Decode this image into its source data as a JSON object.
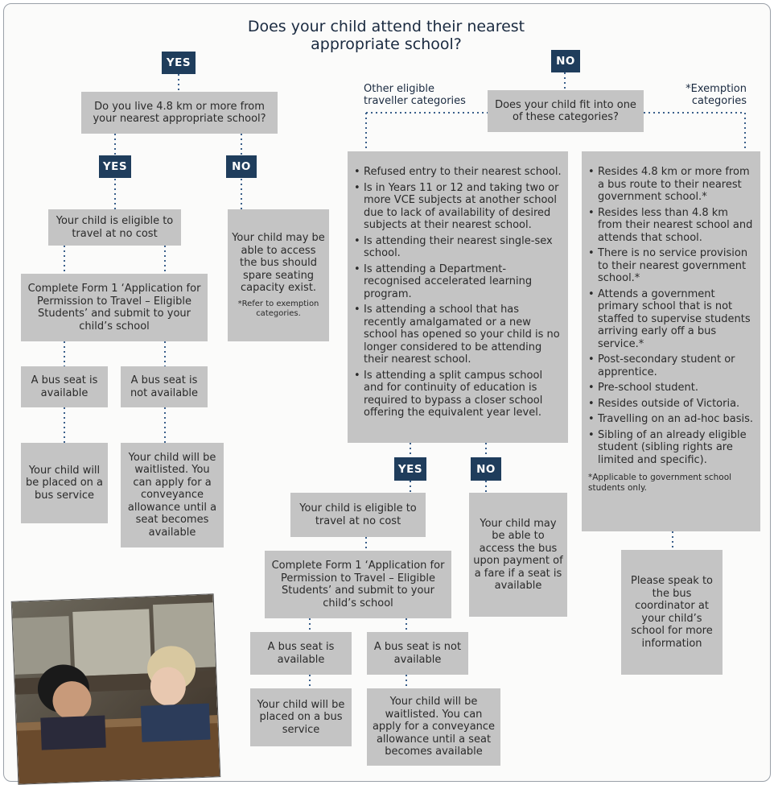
{
  "title": "Does your child attend their nearest appropriate school?",
  "colors": {
    "tag": "#1f3d5c",
    "box": "#c4c4c4",
    "wire": "#3a5f8a"
  },
  "yes_branch": {
    "tag": "YES",
    "question": "Do you live 4.8 km or more from your nearest appropriate school?",
    "yes_tag": "YES",
    "no_tag": "NO",
    "eligible": "Your child is eligible to travel at no cost",
    "complete_form": "Complete Form 1 ‘Application for Permission to Travel – Eligible Students’ and submit to your child’s school",
    "seat_available": "A bus seat is available",
    "seat_not_available": "A bus seat is not available",
    "placed": "Your child will be placed on a bus service",
    "waitlisted": "Your child will be waitlisted. You can apply for a conveyance allowance until a seat becomes available",
    "may_access": "Your child may be able to access the bus should spare seating capacity exist.",
    "refer_note": "*Refer to exemption categories."
  },
  "no_branch": {
    "tag": "NO",
    "question": "Does your child fit into one of these categories?",
    "other_label": "Other eligible traveller categories",
    "exemption_label": "*Exemption categories",
    "other_list": [
      "Refused entry to their nearest school.",
      "Is in Years 11 or 12 and taking two or more VCE subjects at another school due to lack of availability of desired subjects at their nearest school.",
      "Is attending their nearest single-sex school.",
      "Is attending a Department-recognised accelerated learning program.",
      "Is attending a school that has recently amalgamated or a new school has opened so your child is no longer considered to be attending their nearest school.",
      "Is attending a split campus school and for continuity of education is required to bypass a closer school offering the equivalent year level."
    ],
    "exemption_list": [
      "Resides 4.8 km or more from a bus route to their nearest government school.*",
      "Resides less than 4.8 km from their nearest school and attends that school.",
      "There is no service provision to their nearest government school.*",
      "Attends a government primary school that is not staffed to supervise students arriving early off a bus service.*",
      "Post-secondary student or apprentice.",
      "Pre-school student.",
      "Resides outside of Victoria.",
      "Travelling on an ad-hoc basis.",
      "Sibling of an already eligible student (sibling rights are limited and specific)."
    ],
    "exemption_note": "*Applicable to government school students only.",
    "yes_tag": "YES",
    "no_tag": "NO",
    "eligible": "Your child is eligible to travel at no cost",
    "complete_form": "Complete Form 1 ‘Application for Permission to Travel – Eligible Students’ and submit to your child’s school",
    "seat_available": "A bus seat is available",
    "seat_not_available": "A bus seat is not available",
    "placed": "Your child will be placed on a bus service",
    "waitlisted": "Your child will be waitlisted. You can apply for a conveyance allowance until a seat becomes available",
    "may_access_fare": "Your child may be able to access the bus upon payment of a fare if a seat is available",
    "speak": "Please speak to the bus coordinator at your child’s school for more information"
  }
}
